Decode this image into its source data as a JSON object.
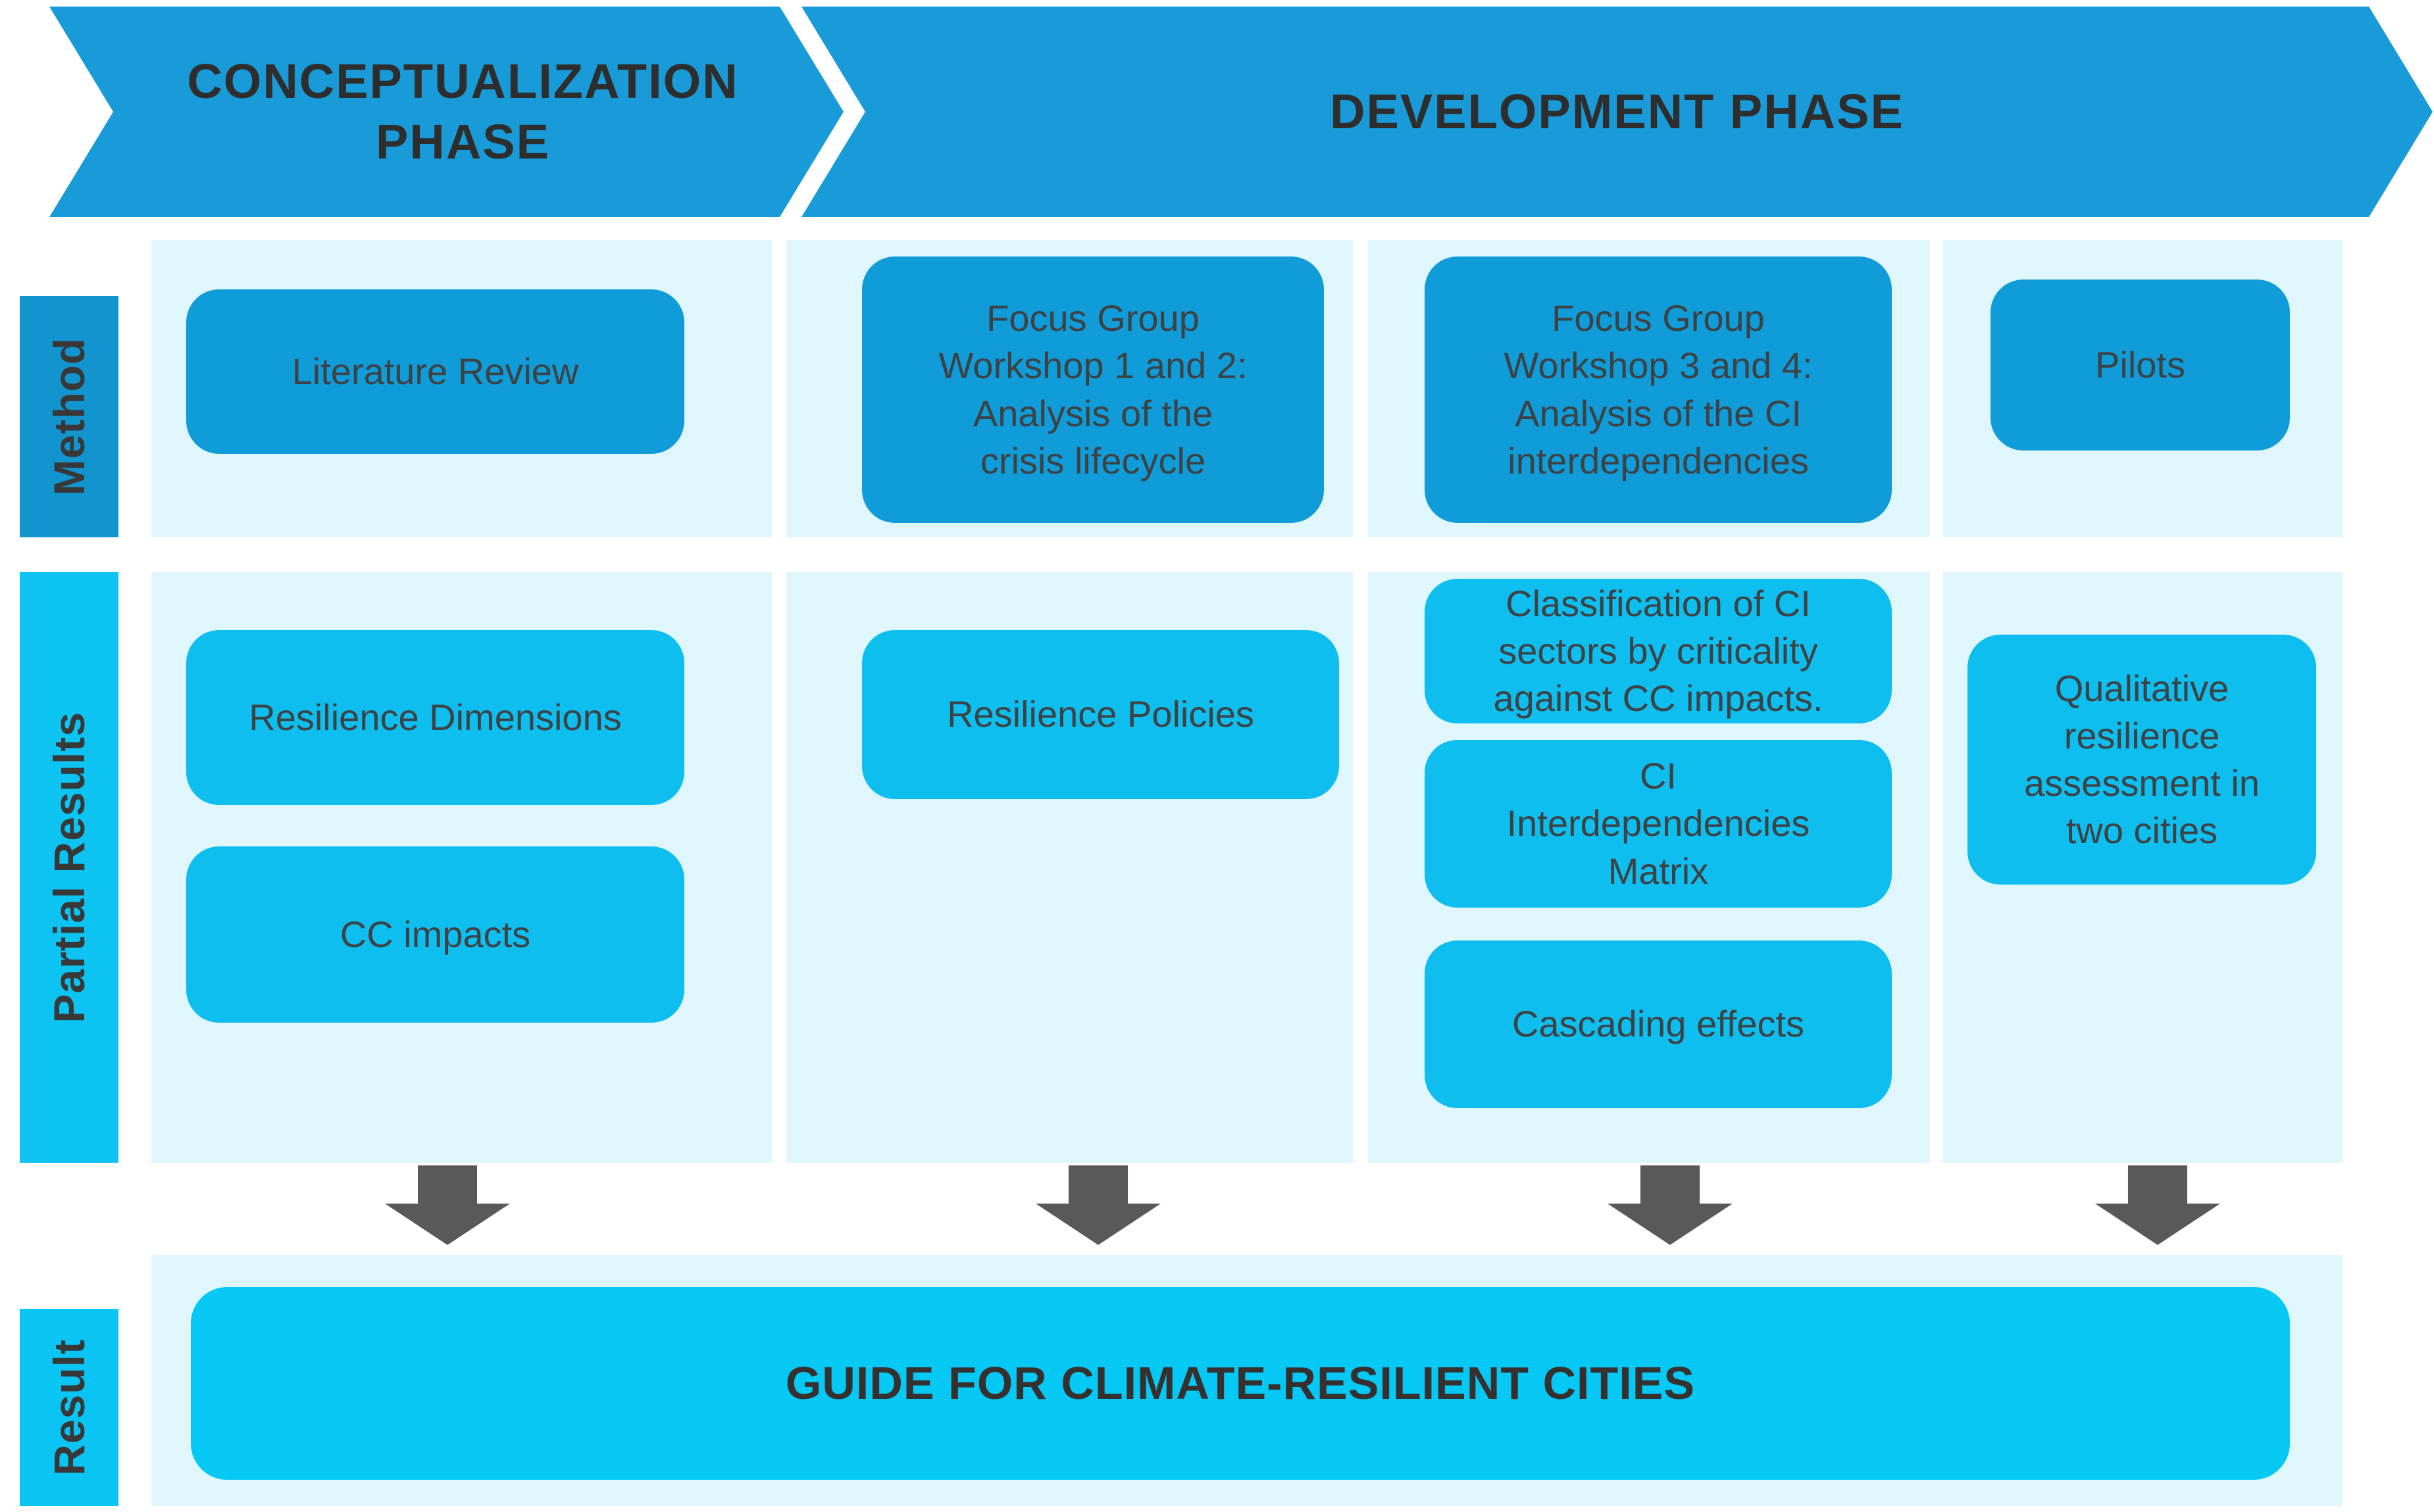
{
  "banners": {
    "conceptualization": "CONCEPTUALIZATION\nPHASE",
    "development": "DEVELOPMENT PHASE"
  },
  "row_labels": {
    "method": "Method",
    "partial_results": "Partial Results",
    "result": "Result"
  },
  "boxes": {
    "literature_review": "Literature Review",
    "focus_group_1_2": "Focus Group\nWorkshop 1 and 2:\nAnalysis of the\ncrisis lifecycle",
    "focus_group_3_4": "Focus Group\nWorkshop 3 and 4:\nAnalysis of the CI\ninterdependencies",
    "pilots": "Pilots",
    "resilience_dimensions": "Resilience Dimensions",
    "cc_impacts": "CC impacts",
    "resilience_policies": "Resilience Policies",
    "classification_ci": "Classification of CI\nsectors by criticality\nagainst CC impacts.",
    "ci_interdependencies_matrix": "CI\nInterdependencies\nMatrix",
    "cascading_effects": "Cascading effects",
    "qualitative_assessment": "Qualitative\nresilience\nassessment in\ntwo cities",
    "guide_result": "GUIDE FOR CLIMATE-RESILIENT CITIES"
  },
  "colors": {
    "banner_blue": "#189BD8",
    "method_box_blue": "#0F9CD8",
    "method_bar_blue": "#1295CF",
    "partial_box_cyan": "#0DBEEF",
    "partial_bar_cyan": "#0CC3F2",
    "result_box_cyan": "#05C8F5",
    "result_bar_cyan": "#0AC5F3",
    "panel_light": "#E0F6FD",
    "arrow_gray": "#595959",
    "banner_text": "#2E2E2E",
    "box_text": "#3D4245",
    "label_text": "#383838",
    "result_text": "#36302F"
  }
}
